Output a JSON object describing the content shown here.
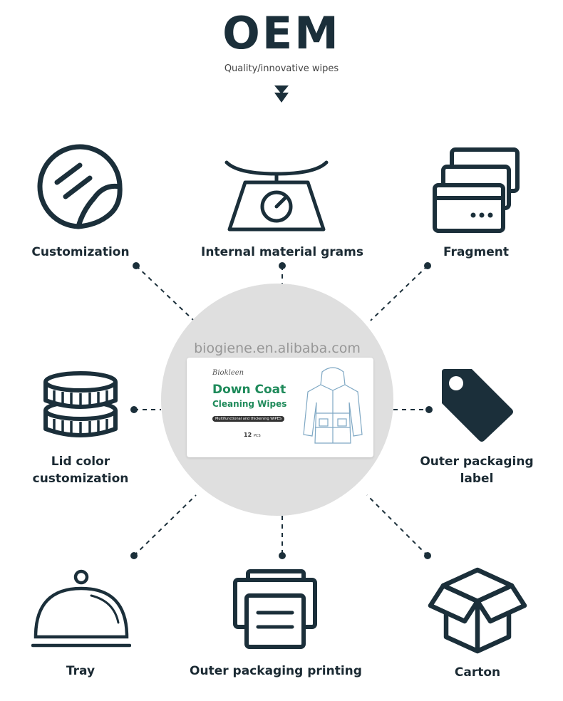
{
  "header": {
    "title": "OEM",
    "subtitle": "Quality/innovative wipes"
  },
  "items": [
    {
      "label": "Customization",
      "icon": "sticker-icon"
    },
    {
      "label": "Internal material grams",
      "icon": "scale-icon"
    },
    {
      "label": "Fragment",
      "icon": "cards-icon"
    },
    {
      "label": "Lid color customization",
      "icon": "lid-stack-icon"
    },
    {
      "label": "Outer packaging label",
      "icon": "tag-icon"
    },
    {
      "label": "Tray",
      "icon": "cloche-icon"
    },
    {
      "label": "Outer packaging printing",
      "icon": "printer-icon"
    },
    {
      "label": "Carton",
      "icon": "box-icon"
    }
  ],
  "product": {
    "brand": "Biokleen",
    "name_line1": "Down Coat",
    "name_line2": "Cleaning Wipes",
    "tagline": "Multifunctional and thickening WIPES",
    "count": "12",
    "count_unit": "PCS"
  },
  "watermark": "biogiene.en.alibaba.com",
  "colors": {
    "dark": "#1b2f3a",
    "circle": "#dfdfdf",
    "product_green": "#1e8a5a"
  }
}
